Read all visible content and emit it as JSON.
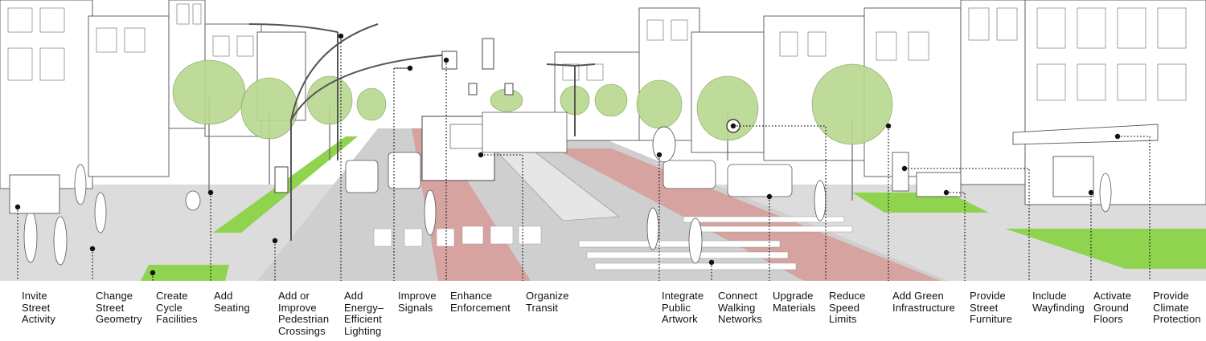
{
  "labels": [
    {
      "id": "invite-street-activity",
      "text": "Invite\nStreet\nActivity"
    },
    {
      "id": "change-street-geometry",
      "text": "Change\nStreet\nGeometry"
    },
    {
      "id": "create-cycle-facilities",
      "text": "Create\nCycle\nFacilities"
    },
    {
      "id": "add-seating",
      "text": "Add\nSeating"
    },
    {
      "id": "add-or-improve-pedestrian-crossings",
      "text": "Add or\nImprove\nPedestrian\nCrossings"
    },
    {
      "id": "add-energy-efficient-lighting",
      "text": "Add\nEnergy–\nEfficient\nLighting"
    },
    {
      "id": "improve-signals",
      "text": "Improve\nSignals"
    },
    {
      "id": "enhance-enforcement",
      "text": "Enhance\nEnforcement"
    },
    {
      "id": "organize-transit",
      "text": "Organize\nTransit"
    },
    {
      "id": "integrate-public-artwork",
      "text": "Integrate\nPublic\nArtwork"
    },
    {
      "id": "connect-walking-networks",
      "text": "Connect\nWalking\nNetworks"
    },
    {
      "id": "upgrade-materials",
      "text": "Upgrade\nMaterials"
    },
    {
      "id": "reduce-speed-limits",
      "text": "Reduce\nSpeed\nLimits"
    },
    {
      "id": "add-green-infrastructure",
      "text": "Add Green\nInfrastructure"
    },
    {
      "id": "provide-street-furniture",
      "text": "Provide\nStreet\nFurniture"
    },
    {
      "id": "include-wayfinding",
      "text": "Include\nWayfinding"
    },
    {
      "id": "activate-ground-floors",
      "text": "Activate\nGround\nFloors"
    },
    {
      "id": "provide-climate-protection",
      "text": "Provide\nClimate\nProtection"
    }
  ],
  "colors": {
    "bus_lane": "#d6a3a0",
    "cycle_lane": "#8fd34f",
    "tree_foliage": "#b7d88f",
    "road": "#cfcfcf",
    "sidewalk": "#dcdcdc",
    "line_art": "#555555",
    "label_text": "#111111"
  }
}
